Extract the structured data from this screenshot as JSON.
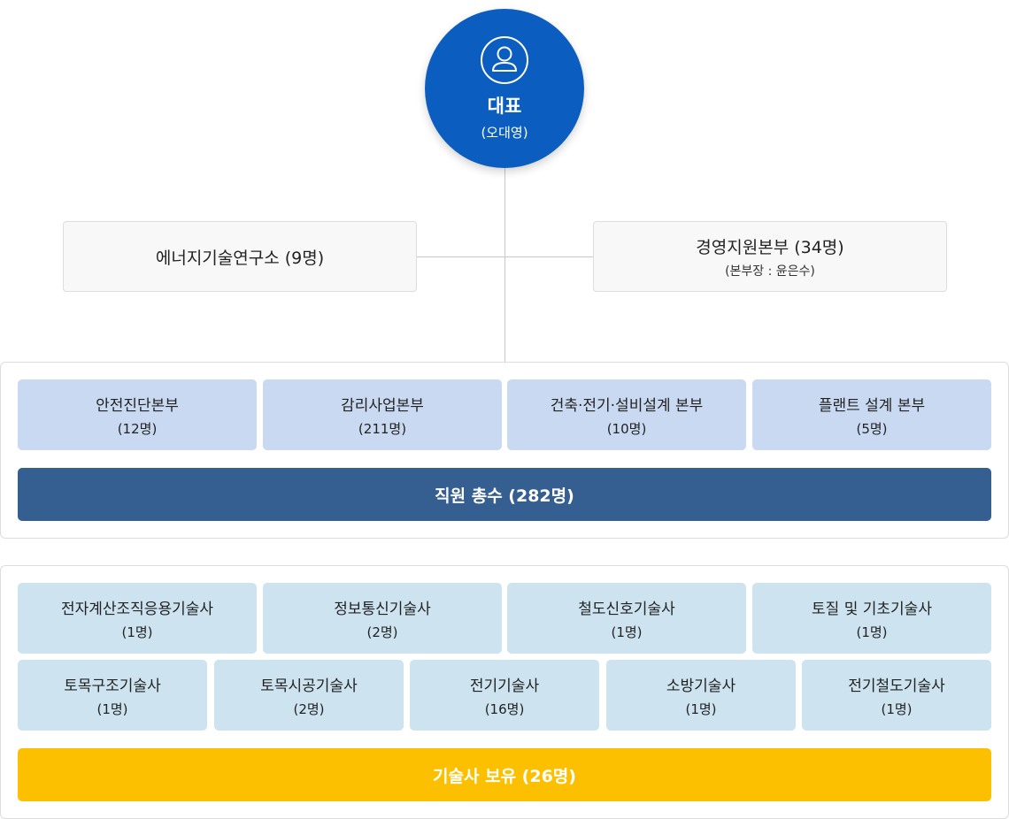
{
  "ceo": {
    "title": "대표",
    "name": "(오대영)",
    "icon": "user-icon"
  },
  "research": {
    "title": "에너지기술연구소 (9명)"
  },
  "management": {
    "title": "경영지원본부 (34명)",
    "subtitle": "(본부장 : 윤은수)"
  },
  "departments": [
    {
      "name": "안전진단본부",
      "count": "(12명)"
    },
    {
      "name": "감리사업본부",
      "count": "(211명)"
    },
    {
      "name": "건축·전기·설비설계 본부",
      "count": "(10명)"
    },
    {
      "name": "플랜트 설계 본부",
      "count": "(5명)"
    }
  ],
  "staff_total": "직원 총수 (282명)",
  "certifications": [
    {
      "name": "전자계산조직응용기술사",
      "count": "(1명)"
    },
    {
      "name": "정보통신기술사",
      "count": "(2명)"
    },
    {
      "name": "철도신호기술사",
      "count": "(1명)"
    },
    {
      "name": "토질 및 기초기술사",
      "count": "(1명)"
    },
    {
      "name": "토목구조기술사",
      "count": "(1명)"
    },
    {
      "name": "토목시공기술사",
      "count": "(2명)"
    },
    {
      "name": "전기기술사",
      "count": "(16명)"
    },
    {
      "name": "소방기술사",
      "count": "(1명)"
    },
    {
      "name": "전기철도기술사",
      "count": "(1명)"
    }
  ],
  "cert_total": "기술사 보유 (26명)",
  "colors": {
    "ceo": "#0b5ec0",
    "department": "#c8d9f1",
    "certification": "#cde3f0",
    "staff_total": "#355e91",
    "cert_total": "#fdc000"
  }
}
